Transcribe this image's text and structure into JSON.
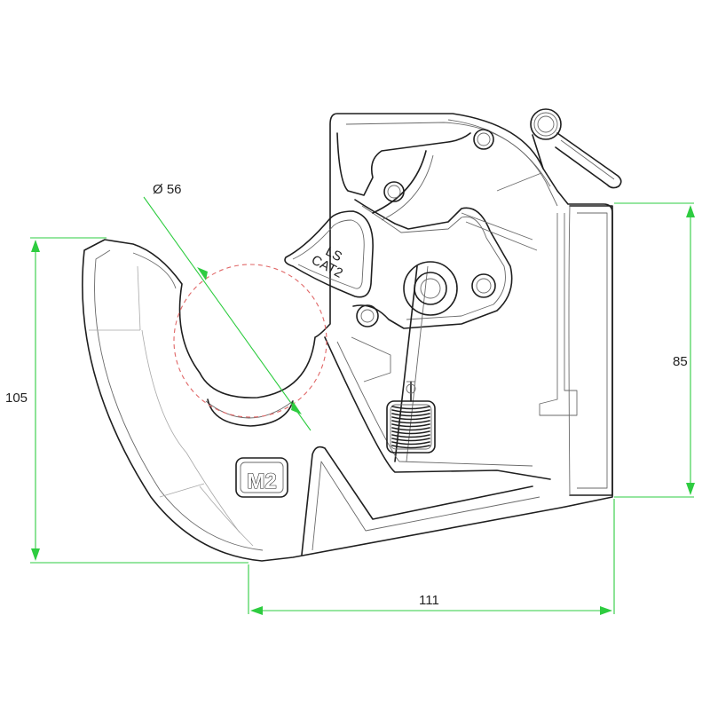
{
  "dimensions": {
    "diameter": "Ø 56",
    "height_left": "105",
    "height_right": "85",
    "width_bottom": "111"
  },
  "markings": {
    "size_mark": "M2",
    "category_line1": "LS",
    "category_line2": "CAT2"
  },
  "colors": {
    "outline": "#1f1f1f",
    "dimension_lines": "#2ecc40",
    "ball_circle": "#e06666"
  }
}
